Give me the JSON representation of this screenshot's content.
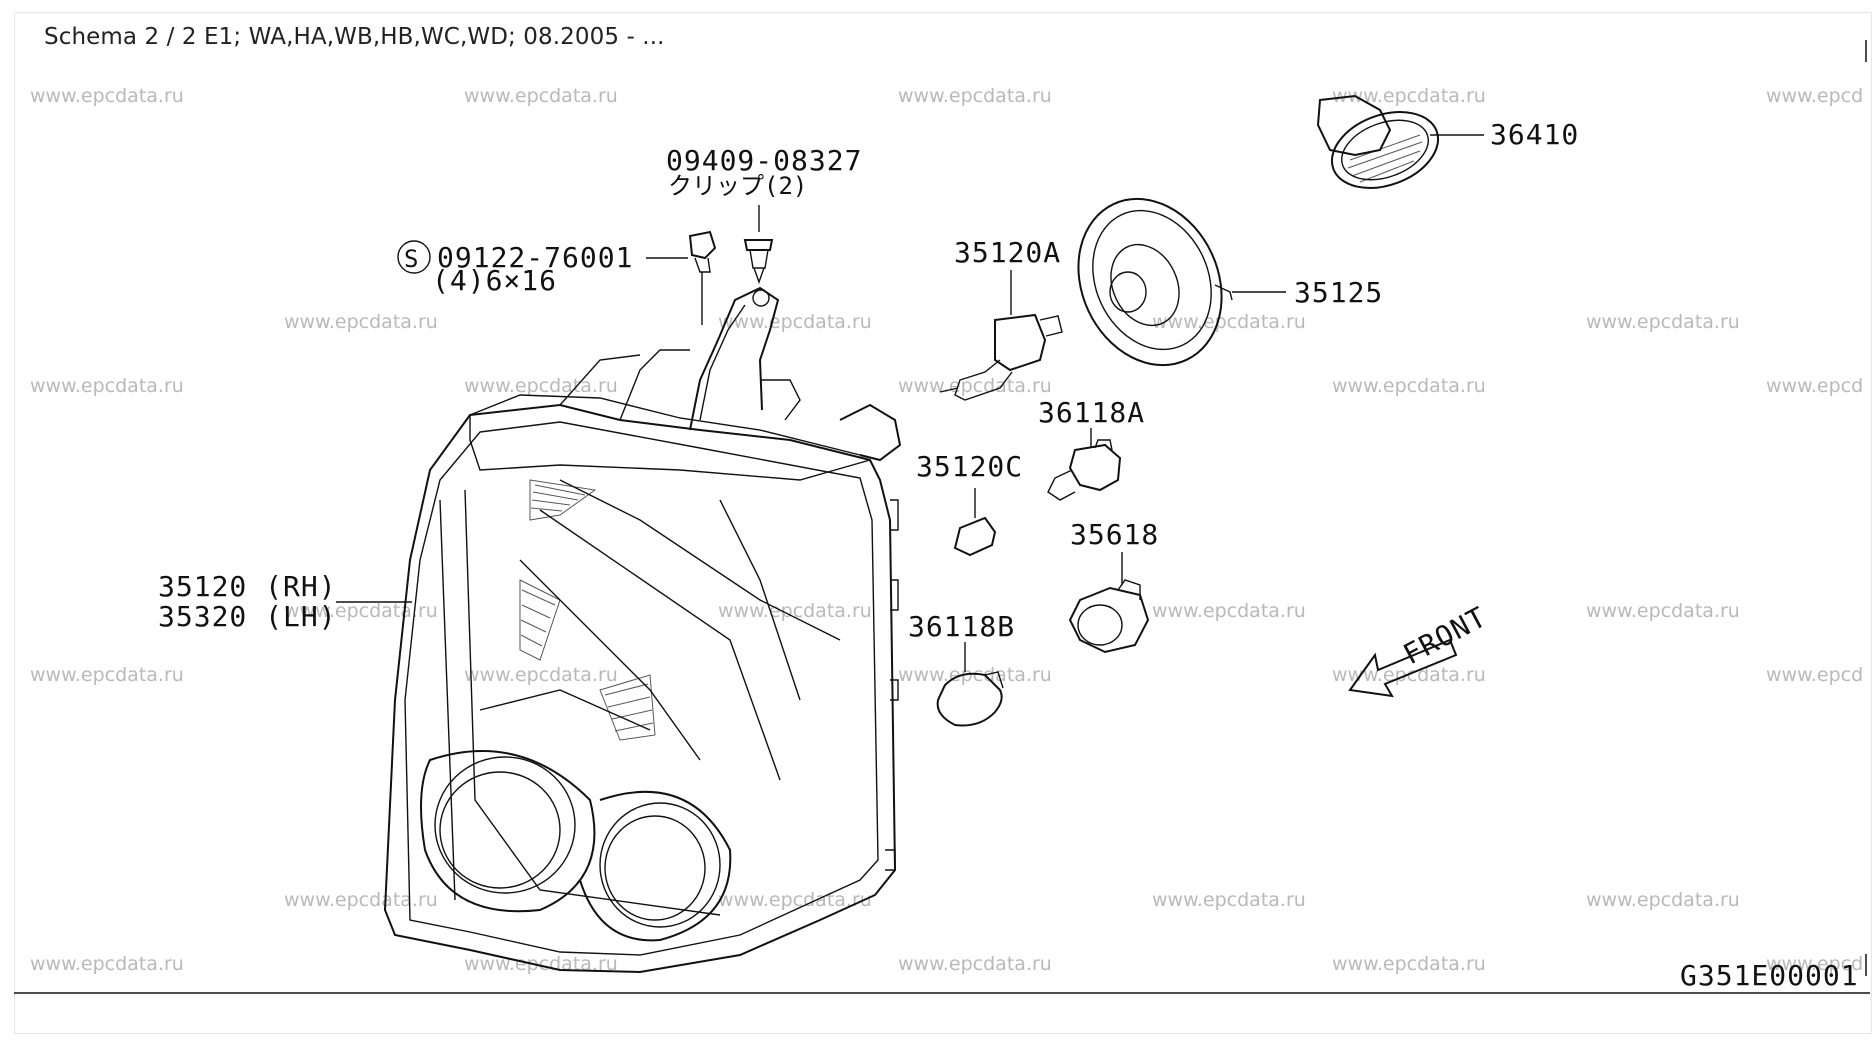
{
  "header": {
    "title": "Schema 2 / 2 E1; WA,HA,WB,HB,WC,WD; 08.2005 - ..."
  },
  "watermark": "www.epcdata.ru",
  "watermark_cut": "www.epcd",
  "callouts": {
    "clip_part": "09409-08327",
    "clip_note": "クリップ(2)",
    "screw_symbol": "S",
    "screw_part": "09122-76001",
    "screw_note": "(4)6×16",
    "bulb_main": "35120A",
    "cap": "35125",
    "side_lamp": "36410",
    "socket_a": "36118A",
    "bulb_c": "35120C",
    "socket_618": "35618",
    "socket_b": "36118B",
    "lamp_rh": "35120 (RH)",
    "lamp_lh": "35320 (LH)",
    "front": "FRONT",
    "diagram_code": "G351E00001"
  },
  "colors": {
    "line": "#111111",
    "watermark": "#b9b9b9",
    "frame_border": "#e6e6e6"
  }
}
